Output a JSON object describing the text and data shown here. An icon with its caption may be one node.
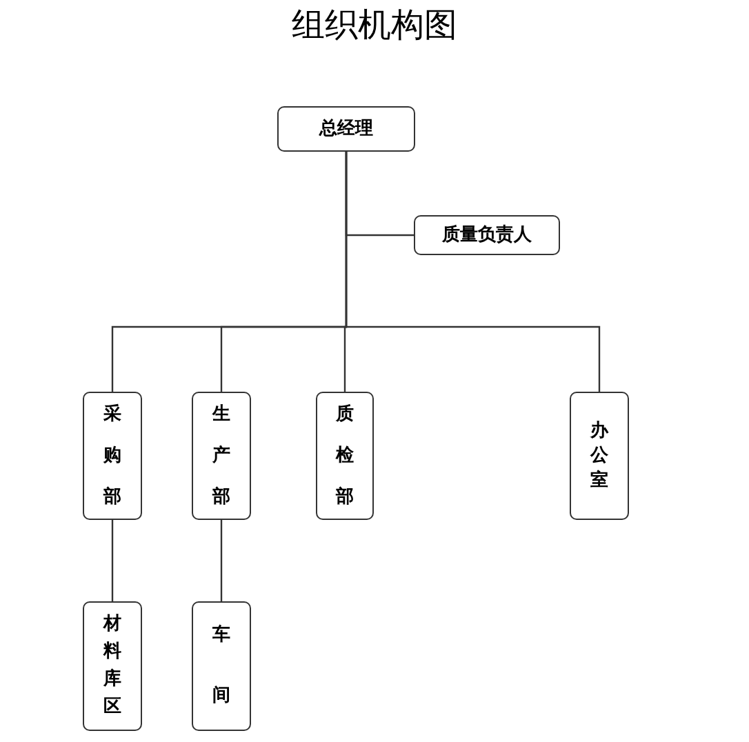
{
  "diagram": {
    "title": "组织机构图",
    "nodes": [
      {
        "text": [
          "总经理"
        ]
      },
      {
        "text": [
          "质量负责人"
        ]
      },
      {
        "text": [
          "采购部"
        ]
      },
      {
        "text": [
          "生产部"
        ]
      },
      {
        "text": [
          "质检部"
        ]
      },
      {
        "text": [
          "办公室"
        ]
      },
      {
        "text": [
          "材料库区"
        ]
      },
      {
        "text": [
          "车间"
        ]
      }
    ],
    "edges": [
      {
        "from": 0,
        "to": 1,
        "arrow": "none"
      },
      {
        "from": 0,
        "to": 2,
        "arrow": "none"
      },
      {
        "from": 0,
        "to": 3,
        "arrow": "none"
      },
      {
        "from": 0,
        "to": 4,
        "arrow": "none"
      },
      {
        "from": 0,
        "to": 5,
        "arrow": "none"
      },
      {
        "from": 2,
        "to": 6,
        "arrow": "none"
      },
      {
        "from": 3,
        "to": 7,
        "arrow": "none"
      }
    ]
  }
}
